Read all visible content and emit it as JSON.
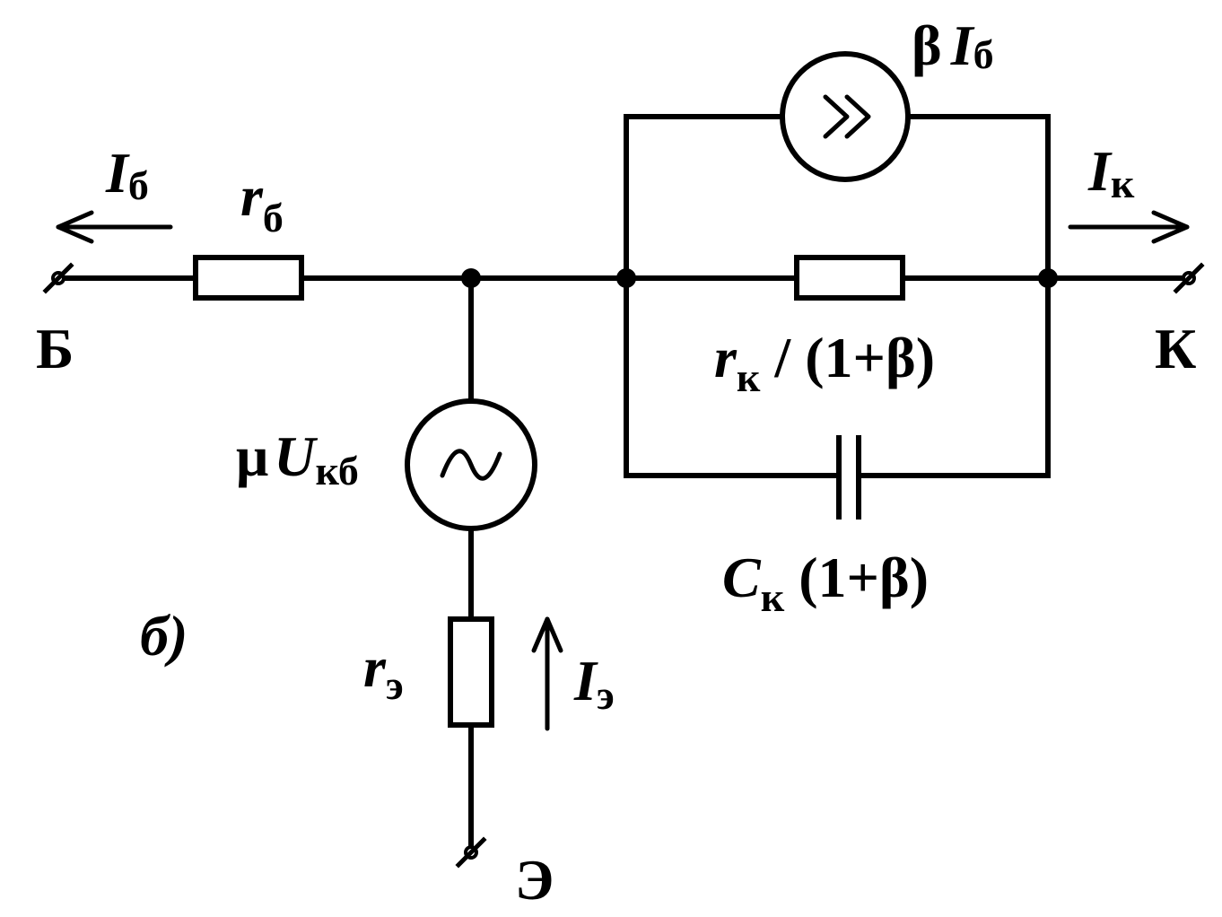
{
  "labels": {
    "base_terminal": "Б",
    "collector_terminal": "К",
    "emitter_terminal": "Э",
    "base_current_main": "I",
    "base_current_sub": "б",
    "collector_current_main": "I",
    "collector_current_sub": "к",
    "emitter_current_main": "I",
    "emitter_current_sub": "э",
    "base_resistor_main": "r",
    "base_resistor_sub": "б",
    "emitter_resistor_main": "r",
    "emitter_resistor_sub": "э",
    "collector_resistor_main": "r",
    "collector_resistor_sub": "к",
    "collector_resistor_tail": " / (1+β)",
    "capacitor_main": "C",
    "capacitor_sub": "к",
    "capacitor_tail": " (1+β)",
    "current_source_beta": "β",
    "current_source_main": "I",
    "current_source_sub": "б",
    "voltage_source_mu": "μ",
    "voltage_source_main": "U",
    "voltage_source_sub": "кб",
    "figure_label": "б)"
  }
}
